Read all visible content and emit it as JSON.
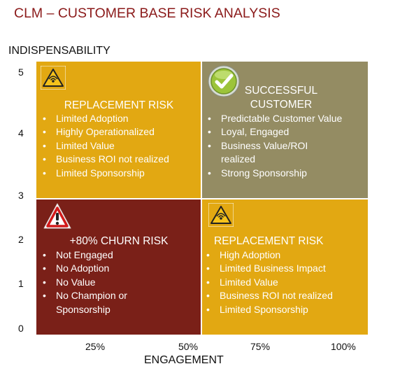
{
  "title": "CLM – CUSTOMER BASE RISK ANALYSIS",
  "y_axis": {
    "label": "INDISPENSABILITY",
    "ticks": [
      "5",
      "4",
      "3",
      "2",
      "1",
      "0"
    ]
  },
  "x_axis": {
    "label": "ENGAGEMENT",
    "ticks": [
      "25%",
      "50%",
      "75%",
      "100%"
    ]
  },
  "colors": {
    "title": "#8b1a1a",
    "replacement_risk": "#e2a812",
    "successful": "#948c63",
    "churn_risk": "#7a2018"
  },
  "quadrants": {
    "top_left": {
      "icon": "wireless-warning-icon",
      "heading": "REPLACEMENT RISK",
      "items": [
        "Limited Adoption",
        "Highly Operationalized",
        "Limited Value",
        "Business ROI not realized",
        "Limited Sponsorship"
      ]
    },
    "top_right": {
      "icon": "checkmark-icon",
      "heading_line1": "SUCCESSFUL",
      "heading_line2": "CUSTOMER",
      "items": [
        "Predictable Customer Value",
        "Loyal, Engaged",
        "Business Value/ROI",
        "realized",
        "Strong Sponsorship"
      ]
    },
    "bottom_left": {
      "icon": "exclamation-warning-icon",
      "heading": "+80% CHURN RISK",
      "items": [
        "Not Engaged",
        "No Adoption",
        "No Value",
        "No Champion or",
        "Sponsorship"
      ]
    },
    "bottom_right": {
      "icon": "wireless-warning-icon",
      "heading": "REPLACEMENT RISK",
      "items": [
        "High Adoption",
        "Limited Business Impact",
        "Limited Value",
        "Business ROI not realized",
        "Limited Sponsorship"
      ]
    }
  }
}
